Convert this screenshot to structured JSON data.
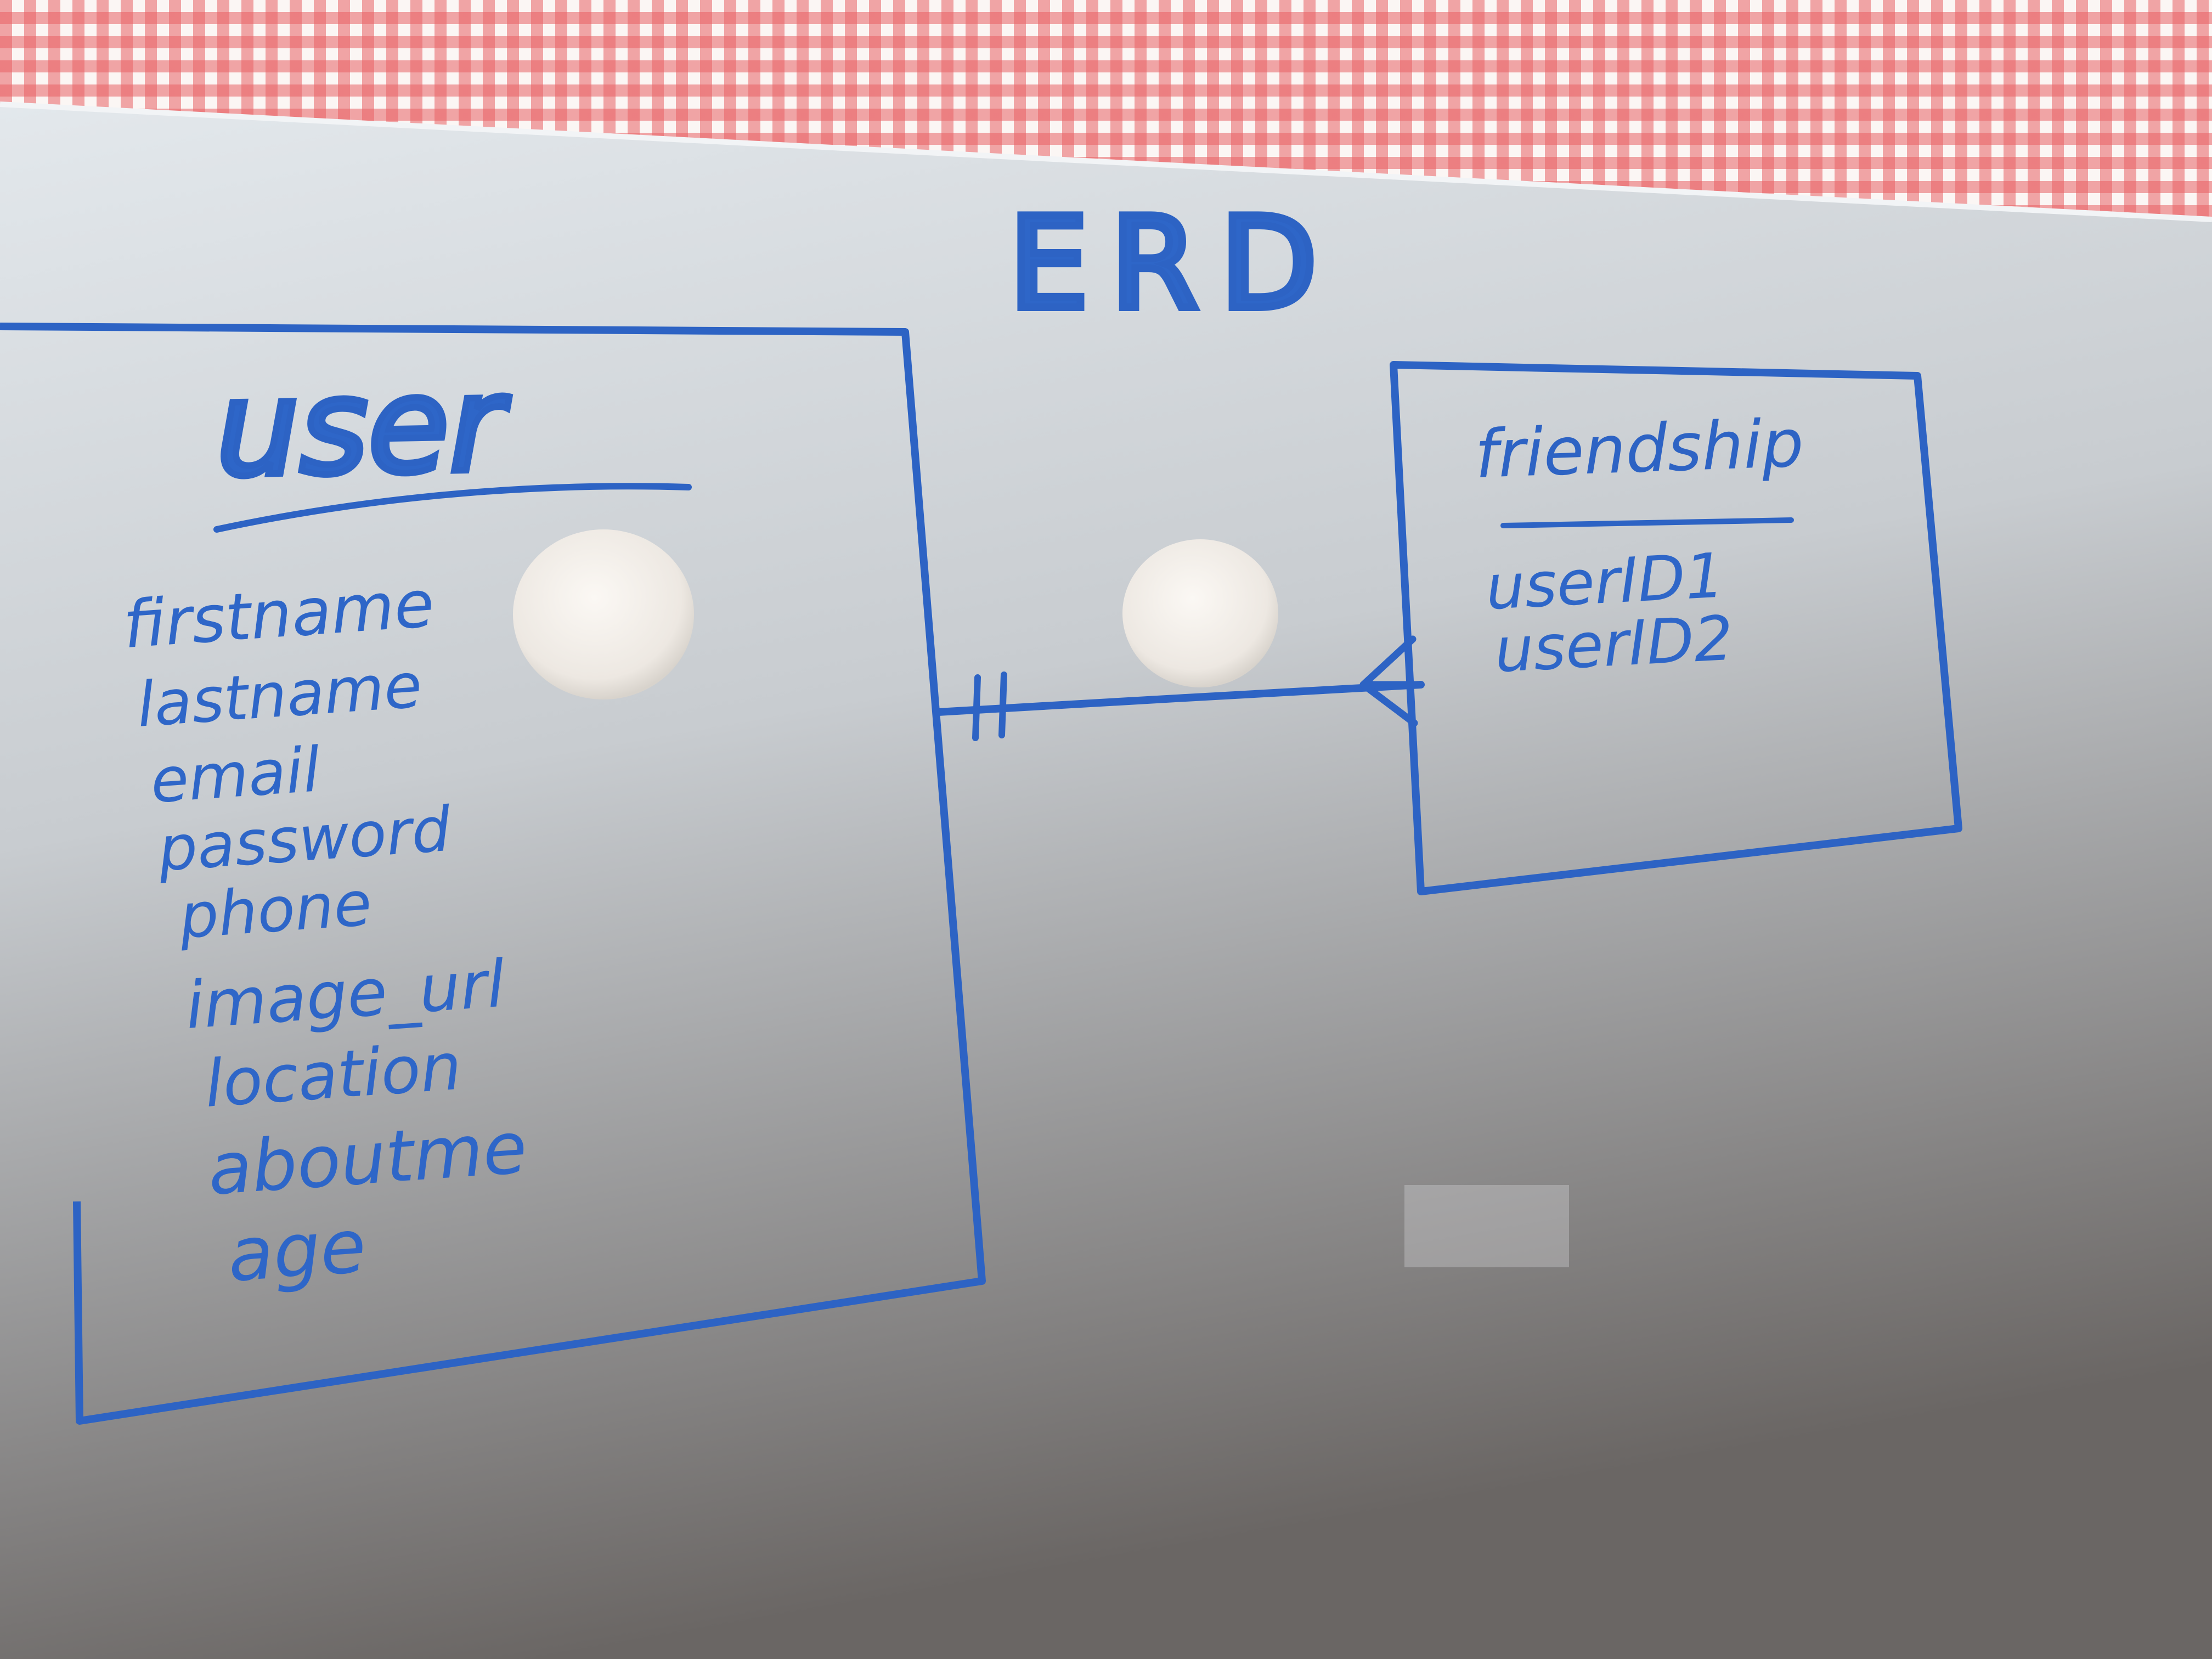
{
  "diagram": {
    "title": "ERD",
    "colors": {
      "marker": "#2d63c4",
      "board": "#c9cdd0",
      "gingham": "#e86064"
    },
    "entities": [
      {
        "name": "user",
        "attributes": [
          "firstname",
          "lastname",
          "email",
          "password",
          "phone",
          "image_url",
          "location",
          "aboutme",
          "age"
        ]
      },
      {
        "name": "friendship",
        "attributes": [
          "userID1",
          "userID2"
        ]
      }
    ],
    "relationship": {
      "from": "user",
      "to": "friendship",
      "from_cardinality": "one-and-only-one",
      "to_cardinality": "many"
    }
  }
}
